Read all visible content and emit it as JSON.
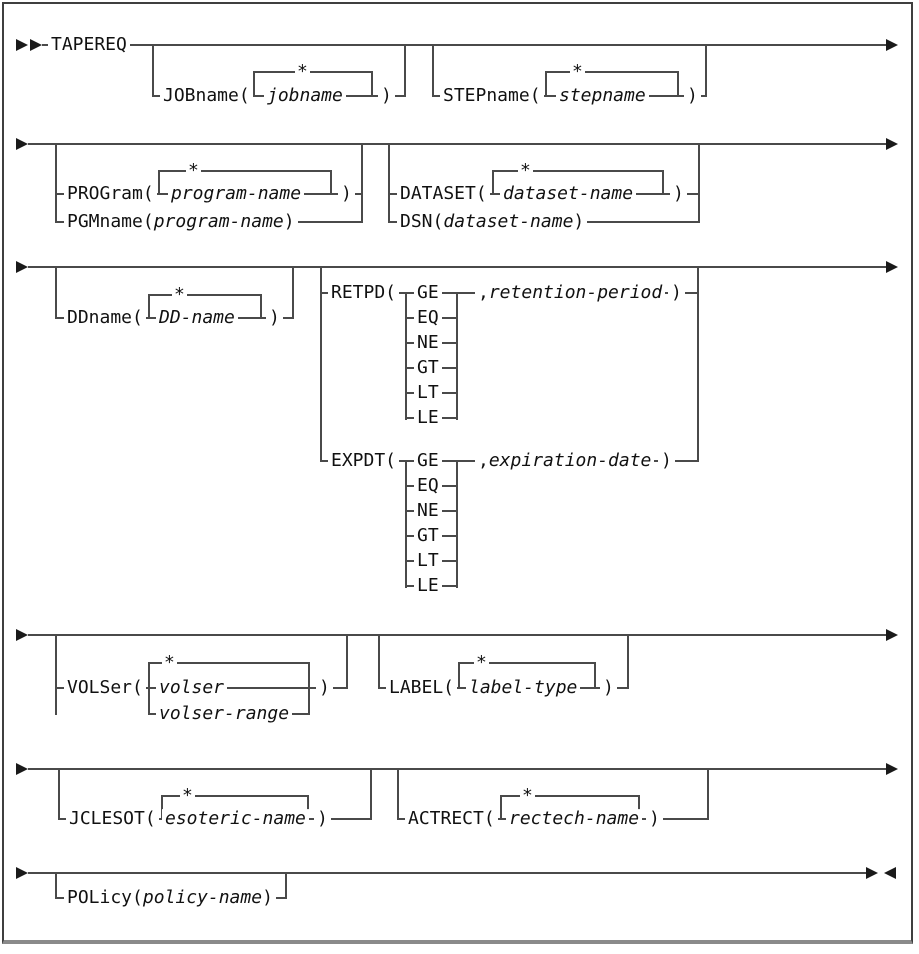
{
  "syntax": {
    "command": "TAPEREQ",
    "jobname": {
      "label": "JOBname(",
      "star": "*",
      "value": "jobname",
      "close": ")"
    },
    "stepname": {
      "label": "STEPname(",
      "star": "*",
      "value": "stepname",
      "close": ")"
    },
    "program": {
      "label": "PROGram(",
      "star": "*",
      "value": "program-name",
      "close": ")"
    },
    "pgmname": {
      "label": "PGMname(",
      "value": "program-name",
      "close": ")"
    },
    "dataset": {
      "label": "DATASET(",
      "star": "*",
      "value": "dataset-name",
      "close": ")"
    },
    "dsn": {
      "label": "DSN(",
      "value": "dataset-name",
      "close": ")"
    },
    "ddname": {
      "label": "DDname(",
      "star": "*",
      "value": "DD-name",
      "close": ")"
    },
    "retpd": {
      "label": "RETPD(",
      "operators": [
        "GE",
        "EQ",
        "NE",
        "GT",
        "LT",
        "LE"
      ],
      "comma": ",",
      "value": "retention-period",
      "close": ")"
    },
    "expdt": {
      "label": "EXPDT(",
      "operators": [
        "GE",
        "EQ",
        "NE",
        "GT",
        "LT",
        "LE"
      ],
      "comma": ",",
      "value": "expiration-date",
      "close": ")"
    },
    "volser": {
      "label": "VOLSer(",
      "star": "*",
      "value": "volser",
      "value2": "volser-range",
      "close": ")"
    },
    "labeltype": {
      "label": "LABEL(",
      "star": "*",
      "value": "label-type",
      "close": ")"
    },
    "jclesot": {
      "label": "JCLESOT(",
      "star": "*",
      "value": "esoteric-name",
      "close": ")"
    },
    "actrect": {
      "label": "ACTRECT(",
      "star": "*",
      "value": "rectech-name",
      "close": ")"
    },
    "policy": {
      "label": "POLicy(",
      "value": "policy-name",
      "close": ")"
    }
  }
}
